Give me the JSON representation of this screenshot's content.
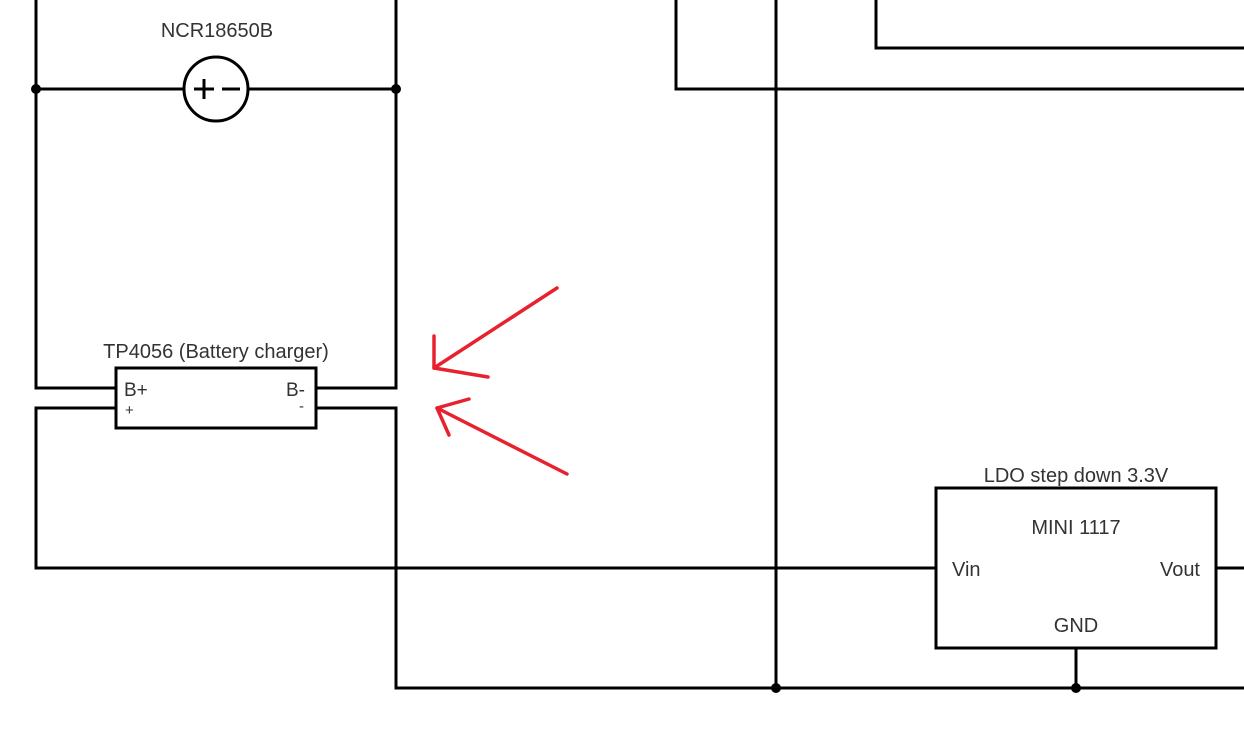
{
  "battery": {
    "label": "NCR18650B"
  },
  "charger": {
    "label": "TP4056 (Battery charger)",
    "pin_bplus": "B+",
    "pin_bminus": "B-",
    "sign_plus": "+",
    "sign_minus": "-"
  },
  "ldo": {
    "label": "LDO step down 3.3V",
    "name": "MINI 1117",
    "pin_vin": "Vin",
    "pin_vout": "Vout",
    "pin_gnd": "GND"
  },
  "colors": {
    "wire": "#000000",
    "annotation_arrow": "#e8212e",
    "text": "#333333"
  }
}
